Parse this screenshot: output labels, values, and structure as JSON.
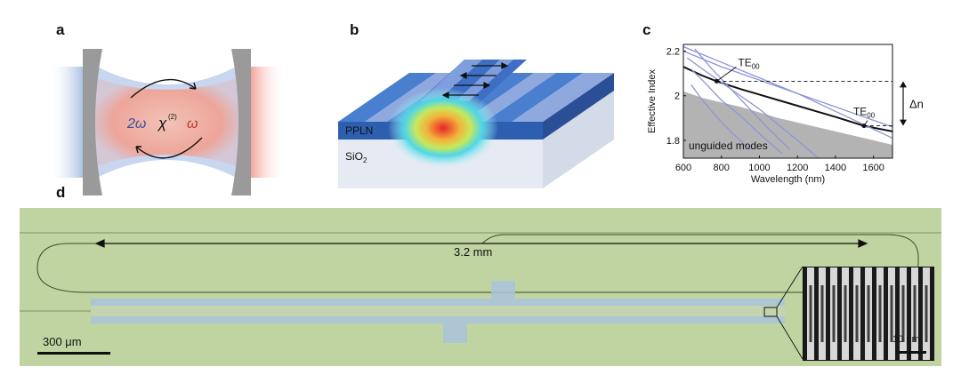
{
  "panels": {
    "a": {
      "letter": "a",
      "labels": {
        "left": "2ω",
        "center": "χ",
        "center_sup": "(2)",
        "right": "ω"
      }
    },
    "b": {
      "letter": "b",
      "labels": {
        "ppln": "PPLN",
        "sio2": "SiO",
        "sio2_sub": "2"
      }
    },
    "c": {
      "letter": "c",
      "chart_data": {
        "type": "line",
        "xlabel": "Wavelength (nm)",
        "ylabel": "Effective Index",
        "xlim": [
          600,
          1700
        ],
        "ylim": [
          1.72,
          2.23
        ],
        "xticks": [
          600,
          800,
          1000,
          1200,
          1400,
          1600
        ],
        "yticks": [
          1.8,
          2,
          2.2
        ],
        "ytick_labels": [
          "1.8",
          "2",
          "2.2"
        ],
        "annotations": {
          "te00_left": "TE",
          "te00_left_sub": "00",
          "te00_right": "TE",
          "te00_right_sub": "00",
          "delta_n": "Δn",
          "unguided": "unguided modes"
        },
        "series": [
          {
            "role": "fundamental",
            "x": [
              600,
              700,
              775,
              900,
              1000,
              1100,
              1200,
              1300,
              1400,
              1550,
              1700
            ],
            "y": [
              2.13,
              2.09,
              2.065,
              2.03,
              2.005,
              1.98,
              1.955,
              1.93,
              1.905,
              1.865,
              1.84
            ]
          },
          {
            "role": "higher-order",
            "x": [
              600,
              800,
              1000,
              1200,
              1400,
              1600,
              1700
            ],
            "y": [
              2.2,
              2.13,
              2.07,
              2.01,
              1.95,
              1.89,
              1.86
            ]
          },
          {
            "role": "higher-order",
            "x": [
              600,
              800,
              1000,
              1200,
              1400,
              1600,
              1700
            ],
            "y": [
              2.22,
              2.15,
              2.08,
              2.01,
              1.93,
              1.85,
              1.81
            ]
          },
          {
            "role": "higher-order",
            "x": [
              620,
              700,
              800,
              900,
              1000,
              1100,
              1200,
              1310
            ],
            "y": [
              2.17,
              2.12,
              2.06,
              2.0,
              1.94,
              1.87,
              1.8,
              1.72
            ]
          },
          {
            "role": "higher-order",
            "x": [
              660,
              750,
              850,
              950,
              1050,
              1160
            ],
            "y": [
              2.21,
              2.12,
              2.03,
              1.94,
              1.85,
              1.76
            ]
          },
          {
            "role": "higher-order",
            "x": [
              640,
              700,
              800,
              900,
              1000,
              1120
            ],
            "y": [
              2.12,
              2.07,
              1.98,
              1.91,
              1.83,
              1.74
            ]
          },
          {
            "role": "higher-order",
            "x": [
              640,
              700,
              780,
              860,
              950
            ],
            "y": [
              2.05,
              1.98,
              1.9,
              1.83,
              1.76
            ]
          }
        ],
        "unguided_boundary": {
          "x": [
            600,
            700,
            800,
            900,
            1000,
            1100,
            1200,
            1300,
            1400,
            1500,
            1600,
            1700
          ],
          "y": [
            2.02,
            1.99,
            1.97,
            1.95,
            1.925,
            1.9,
            1.88,
            1.86,
            1.84,
            1.82,
            1.8,
            1.78
          ]
        },
        "markers": [
          {
            "x": 775,
            "y": 2.065
          },
          {
            "x": 1550,
            "y": 1.865
          }
        ],
        "dashed_levels": [
          2.065,
          1.865
        ]
      }
    },
    "d": {
      "letter": "d",
      "labels": {
        "length": "3.2 mm",
        "scale_main": "300 μm",
        "scale_inset": "10 μm"
      }
    }
  }
}
